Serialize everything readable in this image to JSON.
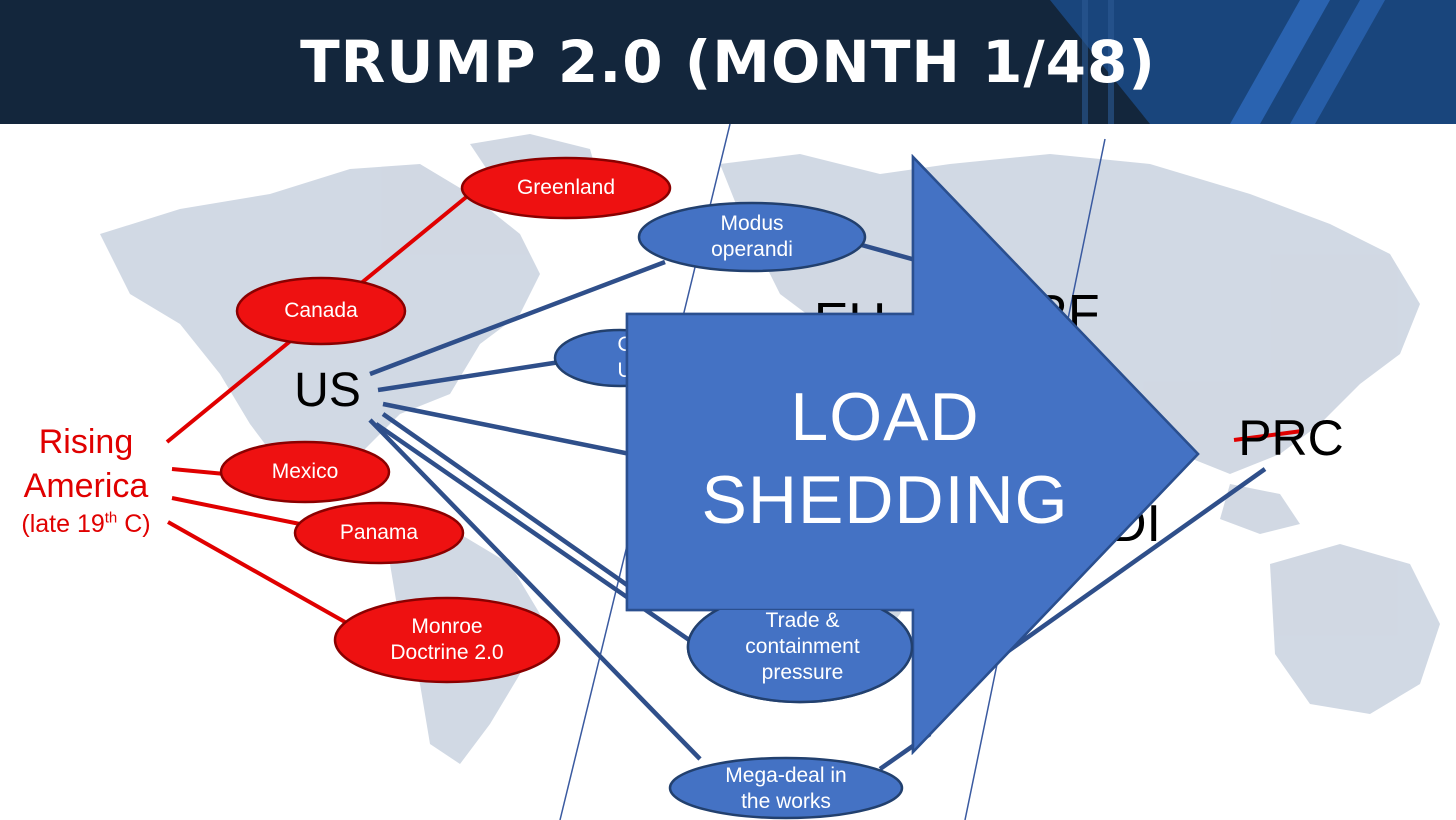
{
  "header": {
    "title": "TRUMP 2.0 (MONTH 1/48)"
  },
  "colors": {
    "header_bg": "#13263c",
    "red": "#e00000",
    "blue_line": "#2f4f8a",
    "oval_blue": "#4472c4",
    "map_gray": "#c9d2df"
  },
  "rising": {
    "line1": "Rising",
    "line2": "America",
    "line3_prefix": "(late 19",
    "line3_sup": "th",
    "line3_suffix": " C)"
  },
  "red_nodes": {
    "greenland": "Greenland",
    "canada": "Canada",
    "mexico": "Mexico",
    "panama": "Panama",
    "monroe": "Monroe Doctrine 2.0"
  },
  "actors": {
    "us": "US",
    "prc": "PRC",
    "eu_partial": "EU",
    "rf_partial": "RF",
    "di_partial": "DI"
  },
  "blue_nodes": {
    "modus": "Modus operandi",
    "cu_partial": "C\nU",
    "trade": "Trade & containment pressure",
    "mega": "Mega-deal in the works"
  },
  "arrow": {
    "label": "LOAD SHEDDING"
  }
}
